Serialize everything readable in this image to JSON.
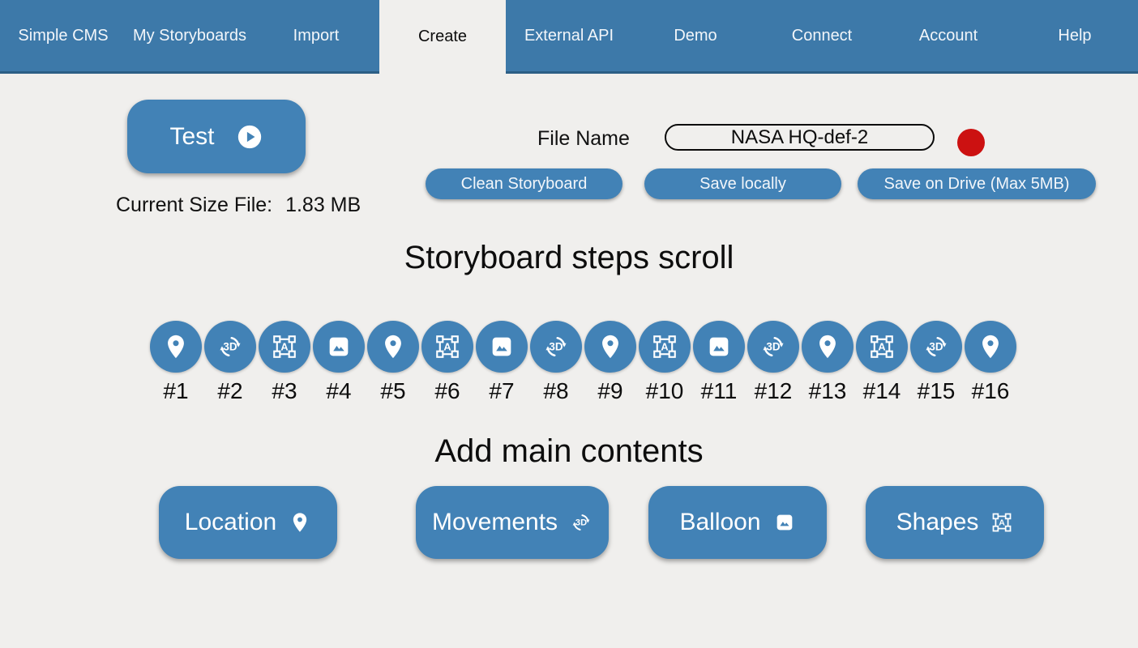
{
  "app": {
    "name": "Simple CMS"
  },
  "colors": {
    "nav_blue": "#3d79a9",
    "button_blue": "#4282b6",
    "record_red": "#cc1111",
    "background": "#f0efed"
  },
  "nav": {
    "items": [
      {
        "label": "Simple CMS",
        "active": false
      },
      {
        "label": "My Storyboards",
        "active": false
      },
      {
        "label": "Import",
        "active": false
      },
      {
        "label": "Create",
        "active": true
      },
      {
        "label": "External API",
        "active": false
      },
      {
        "label": "Demo",
        "active": false
      },
      {
        "label": "Connect",
        "active": false
      },
      {
        "label": "Account",
        "active": false
      },
      {
        "label": "Help",
        "active": false
      }
    ]
  },
  "toolbar": {
    "test_label": "Test",
    "size_label": "Current Size File:",
    "size_value": "1.83 MB",
    "file_name_label": "File Name",
    "file_name_value": "NASA HQ-def-2",
    "clean_label": "Clean Storyboard",
    "save_locally_label": "Save locally",
    "save_drive_label": "Save on Drive (Max 5MB)"
  },
  "steps": {
    "title": "Storyboard steps scroll",
    "items": [
      {
        "label": "#1",
        "icon": "location-pin"
      },
      {
        "label": "#2",
        "icon": "3d-rotation"
      },
      {
        "label": "#3",
        "icon": "shape-transform"
      },
      {
        "label": "#4",
        "icon": "image"
      },
      {
        "label": "#5",
        "icon": "location-pin"
      },
      {
        "label": "#6",
        "icon": "shape-transform"
      },
      {
        "label": "#7",
        "icon": "image"
      },
      {
        "label": "#8",
        "icon": "3d-rotation"
      },
      {
        "label": "#9",
        "icon": "location-pin"
      },
      {
        "label": "#10",
        "icon": "shape-transform"
      },
      {
        "label": "#11",
        "icon": "image"
      },
      {
        "label": "#12",
        "icon": "3d-rotation"
      },
      {
        "label": "#13",
        "icon": "location-pin"
      },
      {
        "label": "#14",
        "icon": "shape-transform"
      },
      {
        "label": "#15",
        "icon": "3d-rotation"
      },
      {
        "label": "#16",
        "icon": "location-pin"
      }
    ]
  },
  "contents": {
    "title": "Add main contents",
    "buttons": [
      {
        "label": "Location",
        "icon": "location-pin"
      },
      {
        "label": "Movements",
        "icon": "3d-rotation"
      },
      {
        "label": "Balloon",
        "icon": "image"
      },
      {
        "label": "Shapes",
        "icon": "shape-transform"
      }
    ]
  }
}
